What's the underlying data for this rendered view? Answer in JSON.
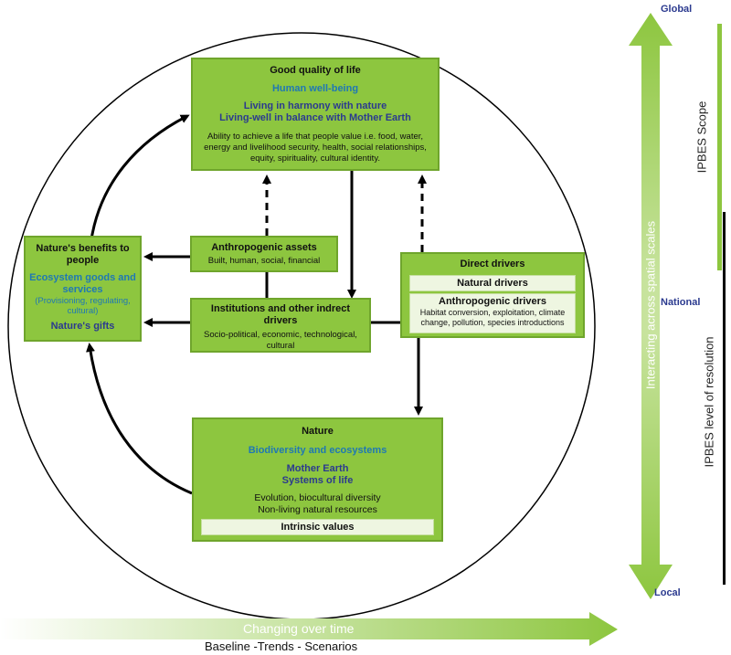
{
  "good_quality": {
    "title": "Good quality of life",
    "subtitle": "Human well-being",
    "harmony_line1": "Living in harmony with nature",
    "harmony_line2": "Living-well in balance with Mother Earth",
    "description": "Ability to achieve a life that people value i.e. food, water, energy and livelihood security, health, social relationships, equity, spirituality, cultural identity."
  },
  "benefits": {
    "title": "Nature's benefits to people",
    "subtitle": "Ecosystem goods and services",
    "detail": "(Provisioning, regulating, cultural)",
    "gifts": "Nature's gifts"
  },
  "assets": {
    "title": "Anthropogenic assets",
    "detail": "Built, human, social, financial"
  },
  "institutions": {
    "title": "Institutions and other indrect drivers",
    "detail": "Socio-political, economic, technological, cultural"
  },
  "direct": {
    "title": "Direct drivers",
    "natural": "Natural drivers",
    "anthro_title": "Anthropogenic drivers",
    "anthro_detail": "Habitat conversion, exploitation, climate change, pollution, species introductions"
  },
  "nature": {
    "title": "Nature",
    "subtitle": "Biodiversity and ecosystems",
    "mother1": "Mother Earth",
    "mother2": "Systems of life",
    "evolution1": "Evolution, biocultural diversity",
    "evolution2": "Non-living natural resources",
    "intrinsic": "Intrinsic values"
  },
  "scales": {
    "global": "Global",
    "national": "National",
    "local": "Local",
    "interacting": "Interacting across spatial scales",
    "scope": "IPBES Scope",
    "resolution": "IPBES level of resolution"
  },
  "time": {
    "changing": "Changing over time",
    "baseline": "Baseline -Trends - Scenarios"
  },
  "colors": {
    "box_green": "#8dc63f",
    "sub_box": "#eef6e1",
    "blue_text": "#1f78b4",
    "navy_text": "#2b3a8f",
    "scope_bar": "#8dc63f",
    "resolution_bar": "#000000"
  }
}
